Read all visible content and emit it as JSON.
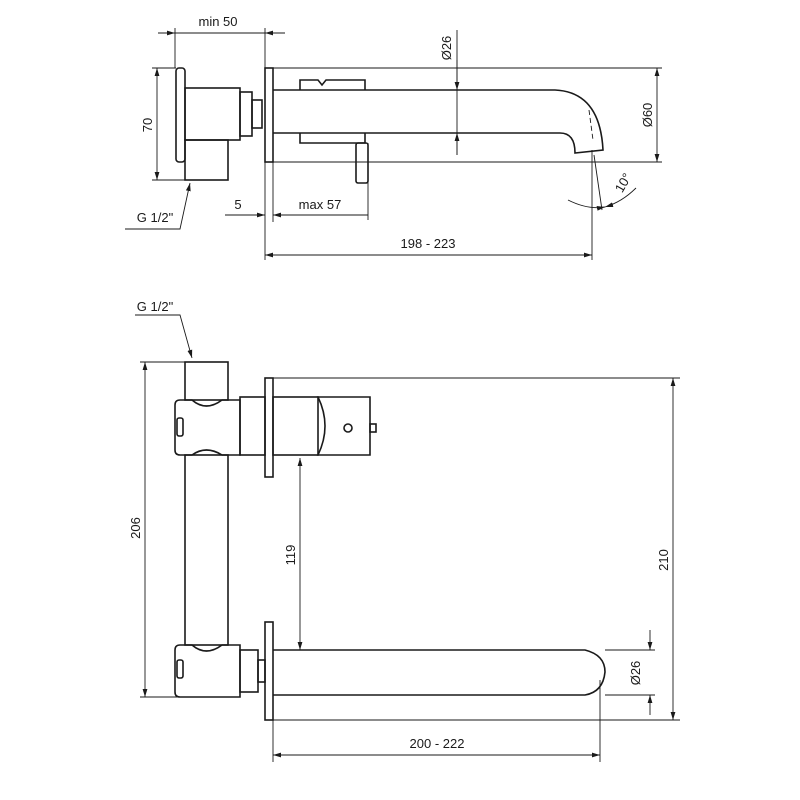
{
  "side_view": {
    "dim_min": "min 50",
    "dim_spout_diameter": "Ø26",
    "dim_height": "70",
    "dim_body_diameter": "Ø60",
    "dim_plate": "5",
    "dim_max": "max 57",
    "dim_projection": "198 - 223",
    "angle": "10°",
    "thread": "G 1/2\""
  },
  "top_view": {
    "thread": "G 1/2\"",
    "dim_body_height": "206",
    "dim_spout_offset": "119",
    "dim_total_height": "210",
    "dim_spout_diameter": "Ø26",
    "dim_projection": "200 - 222"
  },
  "colors": {
    "line": "#1a1a1a",
    "background": "#ffffff"
  }
}
